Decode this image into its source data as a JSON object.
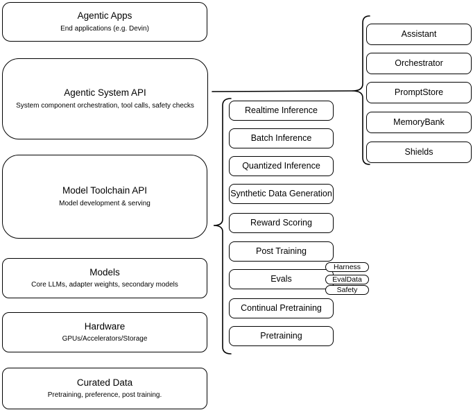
{
  "colors": {
    "stroke": "#000000",
    "fill": "#ffffff",
    "background": "#ffffff",
    "text": "#000000"
  },
  "left_stack": [
    {
      "title": "Agentic Apps",
      "subtitle": "End applications (e.g. Devin)"
    },
    {
      "title": "Agentic System API",
      "subtitle": "System component orchestration, tool calls, safety checks"
    },
    {
      "title": "Model Toolchain API",
      "subtitle": "Model development & serving"
    },
    {
      "title": "Models",
      "subtitle": "Core LLMs, adapter weights, secondary models"
    },
    {
      "title": "Hardware",
      "subtitle": "GPUs/Accelerators/Storage"
    },
    {
      "title": "Curated Data",
      "subtitle": "Pretraining, preference, post training."
    }
  ],
  "toolchain_items": [
    "Realtime Inference",
    "Batch Inference",
    "Quantized Inference",
    "Synthetic Data Generation",
    "Reward Scoring",
    "Post Training",
    "Evals",
    "Continual Pretraining",
    "Pretraining"
  ],
  "evals_tags": [
    "Harness",
    "EvalData",
    "Safety"
  ],
  "system_components": [
    "Assistant",
    "Orchestrator",
    "PromptStore",
    "MemoryBank",
    "Shields"
  ]
}
